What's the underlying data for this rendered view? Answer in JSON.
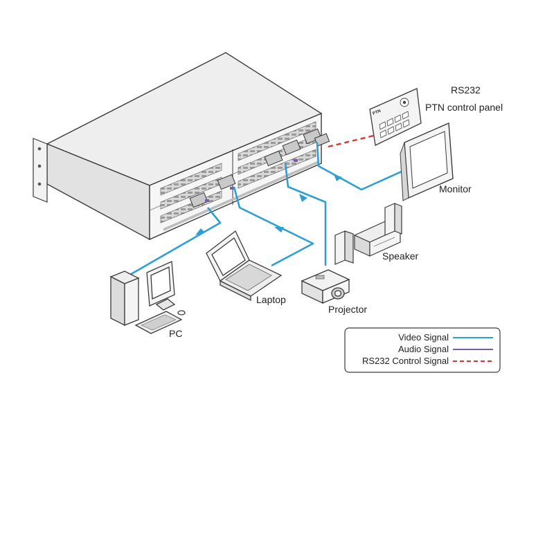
{
  "labels": {
    "rs232": "RS232",
    "ptn_panel": "PTN control panel",
    "monitor": "Monitor",
    "speaker": "Speaker",
    "laptop": "Laptop",
    "projector": "Projector",
    "pc": "PC",
    "panel_brand": "PTN"
  },
  "legend": {
    "video": "Video Signal",
    "audio": "Audio Signal",
    "rs232": "RS232 Control Signal"
  },
  "colors": {
    "video": "#2b9fd6",
    "audio": "#7b5aa6",
    "rs232": "#d9342b",
    "outline": "#3a3a3a"
  }
}
